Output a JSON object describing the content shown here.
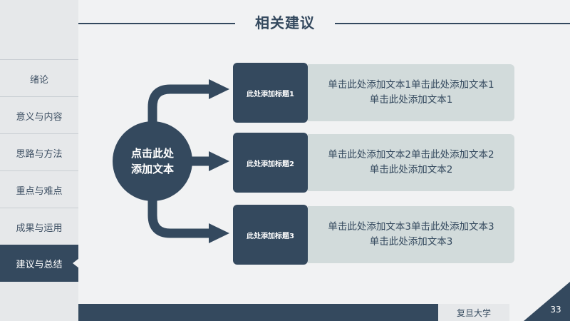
{
  "page_title": "相关建议",
  "sidebar": {
    "items": [
      {
        "label": "绪论"
      },
      {
        "label": "意义与内容"
      },
      {
        "label": "思路与方法"
      },
      {
        "label": "重点与难点"
      },
      {
        "label": "成果与运用"
      },
      {
        "label": "建议与总结",
        "active": true
      }
    ]
  },
  "center": {
    "line1": "点击此处",
    "line2": "添加文本"
  },
  "items": [
    {
      "heading": "此处添加标题1",
      "text_line1": "单击此处添加文本1单击此处添加文本1",
      "text_line2": "单击此处添加文本1"
    },
    {
      "heading": "此处添加标题2",
      "text_line1": "单击此处添加文本2单击此处添加文本2",
      "text_line2": "单击此处添加文本2"
    },
    {
      "heading": "此处添加标题3",
      "text_line1": "单击此处添加文本3单击此处添加文本3",
      "text_line2": "单击此处添加文本3"
    }
  ],
  "footer": {
    "school": "复旦大学",
    "page_number": "33"
  },
  "colors": {
    "primary": "#34495e",
    "light_panel": "#d2dbdb",
    "sidebar_bg": "#e6e8ea",
    "background": "#f1f2f3"
  }
}
